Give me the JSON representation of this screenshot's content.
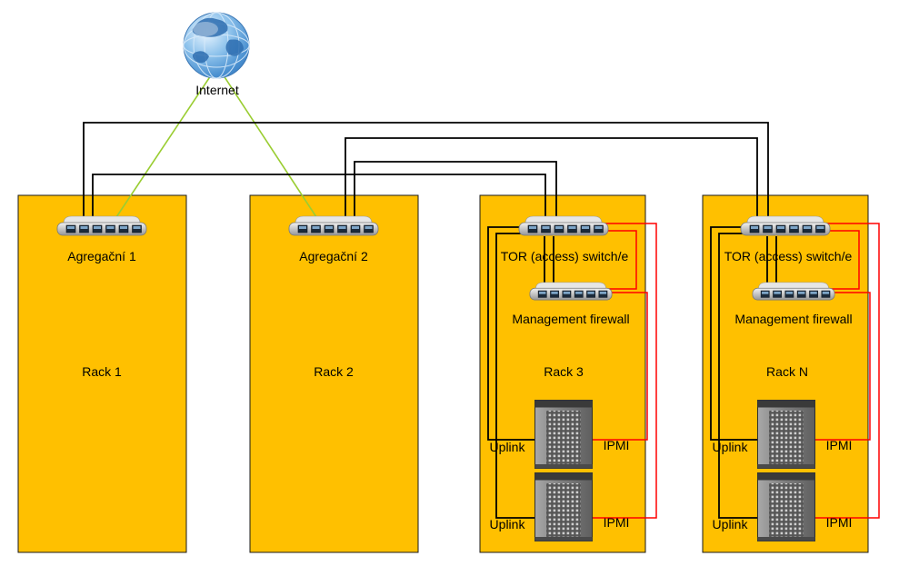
{
  "colors": {
    "rack_fill": "#FFC000",
    "rack_border": "#1a1a1a",
    "data_line": "#000000",
    "ipmi_line": "#FF0000",
    "internet_line": "#9ACD32"
  },
  "internet": {
    "label": "Internet"
  },
  "racks": {
    "rack1": {
      "title": "Rack 1",
      "switch": "Agregační 1"
    },
    "rack2": {
      "title": "Rack 2",
      "switch": "Agregační 2"
    },
    "rack3": {
      "title": "Rack 3",
      "tor": "TOR (access) switch/e",
      "firewall": "Management firewall",
      "server1": {
        "uplink": "Uplink",
        "ipmi": "IPMI"
      },
      "server2": {
        "uplink": "Uplink",
        "ipmi": "IPMI"
      }
    },
    "rackN": {
      "title": "Rack N",
      "tor": "TOR (access) switch/e",
      "firewall": "Management firewall",
      "server1": {
        "uplink": "Uplink",
        "ipmi": "IPMI"
      },
      "server2": {
        "uplink": "Uplink",
        "ipmi": "IPMI"
      }
    }
  }
}
